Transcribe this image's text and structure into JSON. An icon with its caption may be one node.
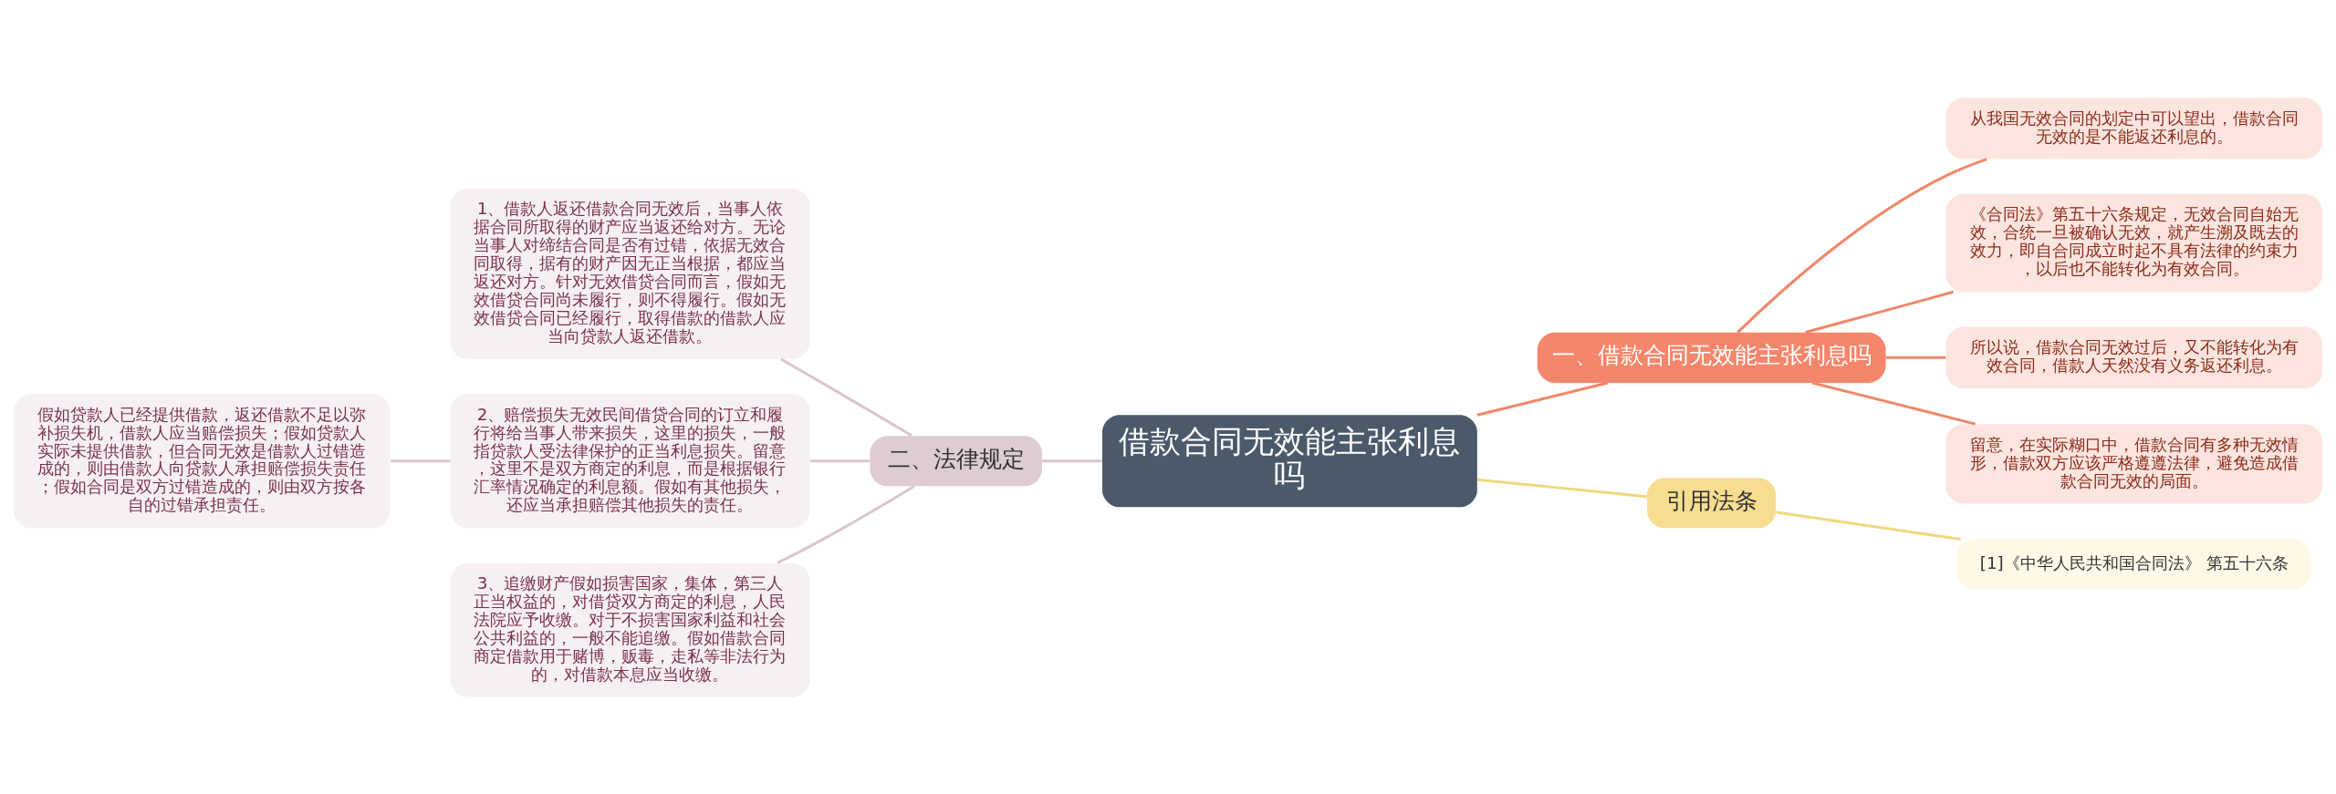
{
  "diagram": {
    "nodes": [
      {
        "text": [
          "借款合同无效能主张利息吗"
        ]
      },
      {
        "text": [
          "一、借款合同无效能主张利息吗"
        ]
      },
      {
        "text": [
          "从我国无效合同的划定中可以望出，借款合同无效的是不能返还利息的。"
        ]
      },
      {
        "text": [
          "《合同法》第五十六条规定，无效合同自始无效，合统一旦被确认无效，就产生溯及既去的效力，即自合同成立时起不具有法律的约束力，以后也不能转化为有效合同。"
        ]
      },
      {
        "text": [
          "所以说，借款合同无效过后，又不能转化为有效合同，借款人天然没有义务返还利息。"
        ]
      },
      {
        "text": [
          "留意，在实际糊口中，借款合同有多种无效情形，借款双方应该严格遵遵法律，避免造成借款合同无效的局面。"
        ]
      },
      {
        "text": [
          "引用法条"
        ]
      },
      {
        "text": [
          "[1]《中华人民共和国合同法》 第五十六条"
        ]
      },
      {
        "text": [
          "二、法律规定"
        ]
      },
      {
        "text": [
          "1、借款人返还借款合同无效后，当事人依据合同所取得的财产应当返还给对方。无论当事人对缔结合同是否有过错，依据无效合同取得，据有的财产因无正当根据，都应当返还对方。针对无效借贷合同而言，假如无效借贷合同尚未履行，则不得履行。假如无效借贷合同已经履行，取得借款的借款人应当向贷款人返还借款。"
        ]
      },
      {
        "text": [
          "2、赔偿损失无效民间借贷合同的订立和履行将给当事人带来损失，这里的损失，一般指贷款人受法律保护的正当利息损失。留意，这里不是双方商定的利息，而是根据银行汇率情况确定的利息额。假如有其他损失，还应当承担赔偿其他损失的责任。"
        ]
      },
      {
        "text": [
          "3、追缴财产假如损害国家，集体，第三人正当权益的，对借贷双方商定的利息，人民法院应予收缴。对于不损害国家利益和社会公共利益的，一般不能追缴。假如借款合同商定借款用于赌博，贩毒，走私等非法行为的，对借款本息应当收缴。"
        ]
      },
      {
        "text": [
          "假如贷款人已经提供借款，返还借款不足以弥补损失机，借款人应当赔偿损失；假如贷款人实际未提供借款，但合同无效是借款人过错造成的，则由借款人向贷款人承担赔偿损失责任；假如合同是双方过错造成的，则由双方按各自的过错承担责任。"
        ]
      }
    ],
    "edges": [
      {
        "from": 0,
        "to": 1,
        "arrow": "none",
        "color": "#f0876a"
      },
      {
        "from": 1,
        "to": 2,
        "arrow": "none",
        "color": "#f0876a"
      },
      {
        "from": 1,
        "to": 3,
        "arrow": "none",
        "color": "#f0876a"
      },
      {
        "from": 1,
        "to": 4,
        "arrow": "none",
        "color": "#f0876a"
      },
      {
        "from": 1,
        "to": 5,
        "arrow": "none",
        "color": "#f0876a"
      },
      {
        "from": 0,
        "to": 6,
        "arrow": "none",
        "color": "#f2d77e"
      },
      {
        "from": 6,
        "to": 7,
        "arrow": "none",
        "color": "#f2d77e"
      },
      {
        "from": 0,
        "to": 8,
        "arrow": "none",
        "color": "#d9c5cd"
      },
      {
        "from": 8,
        "to": 9,
        "arrow": "none",
        "color": "#d9c5cd"
      },
      {
        "from": 8,
        "to": 10,
        "arrow": "none",
        "color": "#d9c5cd"
      },
      {
        "from": 8,
        "to": 11,
        "arrow": "none",
        "color": "#d9c5cd"
      },
      {
        "from": 10,
        "to": 12,
        "arrow": "none",
        "color": "#d9c5cd"
      }
    ]
  }
}
